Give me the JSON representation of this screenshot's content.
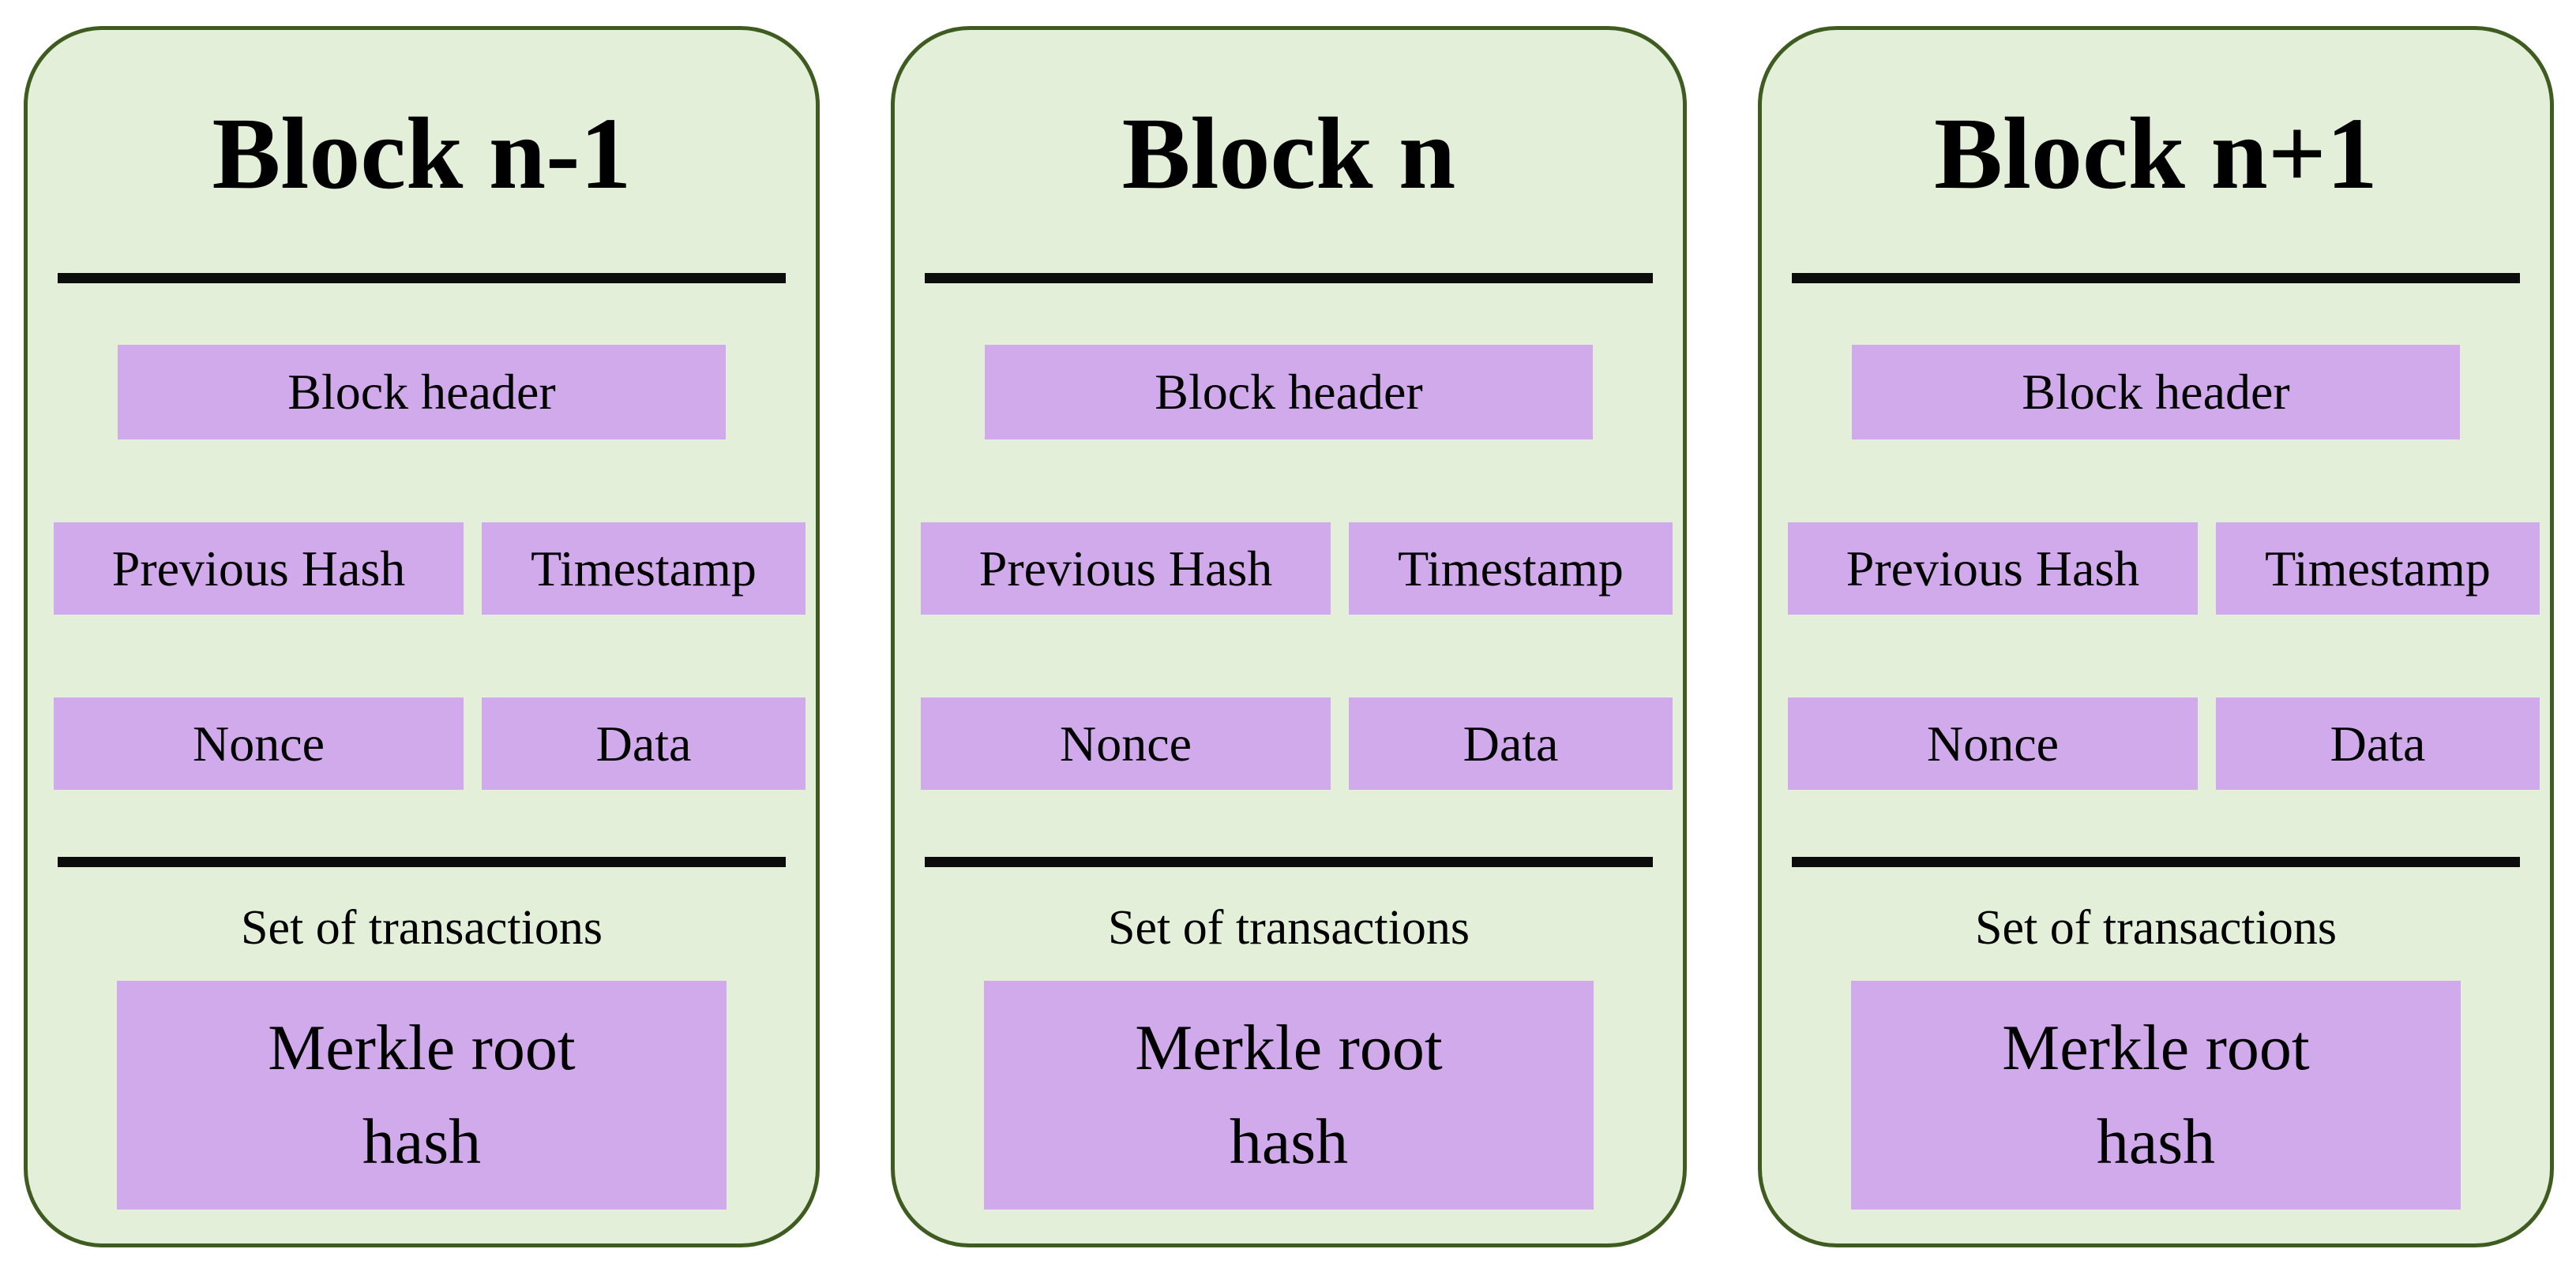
{
  "diagram": {
    "blocks": [
      {
        "title": "Block n-1"
      },
      {
        "title": "Block n"
      },
      {
        "title": "Block n+1"
      }
    ],
    "labels": {
      "header": "Block header",
      "previous_hash": "Previous Hash",
      "timestamp": "Timestamp",
      "nonce": "Nonce",
      "data": "Data",
      "transactions": "Set of transactions",
      "merkle_root": "Merkle root hash"
    }
  },
  "colors": {
    "block_background": "#e3efd9",
    "block_border": "#3e5c20",
    "field_background": "#d1aaec",
    "divider": "#0c0c0c",
    "text": "#000000"
  }
}
